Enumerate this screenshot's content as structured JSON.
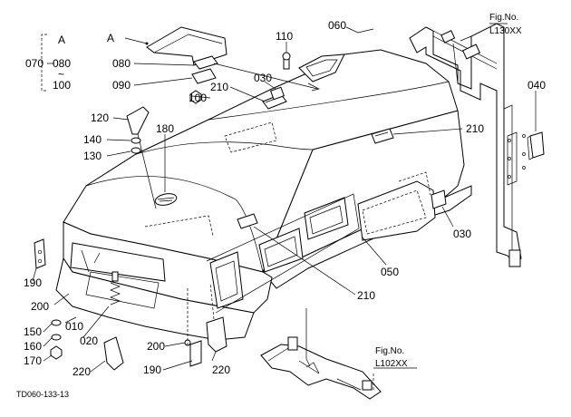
{
  "labels": {
    "a_group": "A",
    "l070": "070",
    "l080_group": "080",
    "tilde": "~",
    "l100_group": "100",
    "a": "A",
    "l080": "080",
    "l090": "090",
    "l100": "100",
    "l110": "110",
    "l060": "060",
    "l030_top": "030",
    "l210_top": "210",
    "l210_right": "210",
    "l040": "040",
    "l120": "120",
    "l140": "140",
    "l130": "130",
    "l180": "180",
    "l030_right": "030",
    "l050": "050",
    "l210_bottom": "210",
    "l190_left": "190",
    "l200_left": "200",
    "l010": "010",
    "l020": "020",
    "l150": "150",
    "l160": "160",
    "l170": "170",
    "l220_left": "220",
    "l200_center": "200",
    "l190_center": "190",
    "l220_center": "220"
  },
  "refs": {
    "top_title": "Fig.No.",
    "top_code": "L130XX",
    "bottom_title": "Fig.No.",
    "bottom_code": "L102XX"
  },
  "drawing_code": "TD060-133-13"
}
